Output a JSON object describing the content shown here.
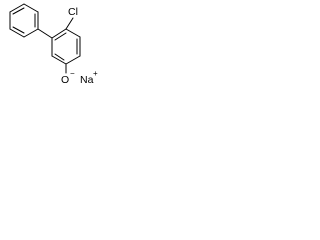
{
  "structure": {
    "substituent_label": "Cl",
    "oxygen_label": "O",
    "oxygen_charge": "−",
    "counterion_label": "Na",
    "counterion_charge": "+"
  }
}
